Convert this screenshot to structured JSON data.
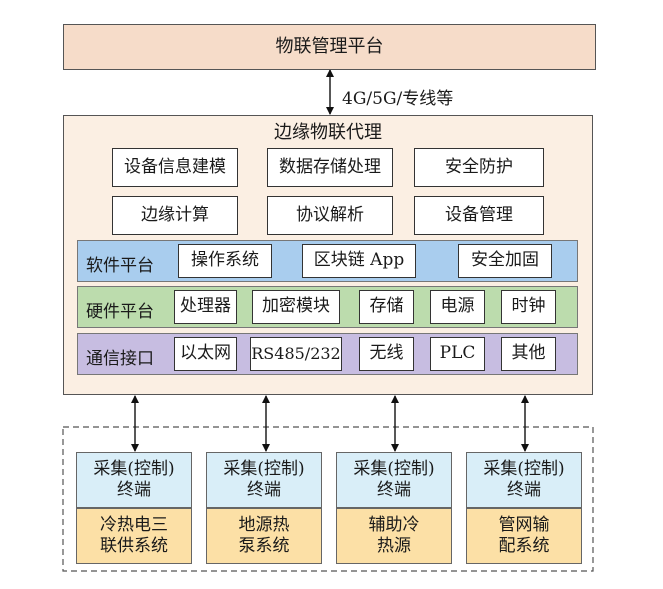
{
  "platform": {
    "title": "物联管理平台"
  },
  "link_label": "4G/5G/专线等",
  "agent": {
    "title": "边缘物联代理",
    "functions": [
      "设备信息建模",
      "数据存储处理",
      "安全防护",
      "边缘计算",
      "协议解析",
      "设备管理"
    ],
    "layers": [
      {
        "name": "软件平台",
        "items": [
          "操作系统",
          "区块链 App",
          "安全加固"
        ]
      },
      {
        "name": "硬件平台",
        "items": [
          "处理器",
          "加密模块",
          "存储",
          "电源",
          "时钟"
        ]
      },
      {
        "name": "通信接口",
        "items": [
          "以太网",
          "RS485/232",
          "无线",
          "PLC",
          "其他"
        ]
      }
    ]
  },
  "terminals": [
    {
      "collector": "采集(控制)\n终端",
      "system": "冷热电三\n联供系统"
    },
    {
      "collector": "采集(控制)\n终端",
      "system": "地源热\n泵系统"
    },
    {
      "collector": "采集(控制)\n终端",
      "system": "辅助冷\n热源"
    },
    {
      "collector": "采集(控制)\n终端",
      "system": "管网输\n配系统"
    }
  ],
  "colors": {
    "platform": "#f6dcc9",
    "agent": "#fbefe3",
    "software": "#a9cdee",
    "hardware": "#bcdcad",
    "comm": "#c7bde1",
    "collector": "#d9eef8",
    "system": "#fce0a6"
  }
}
